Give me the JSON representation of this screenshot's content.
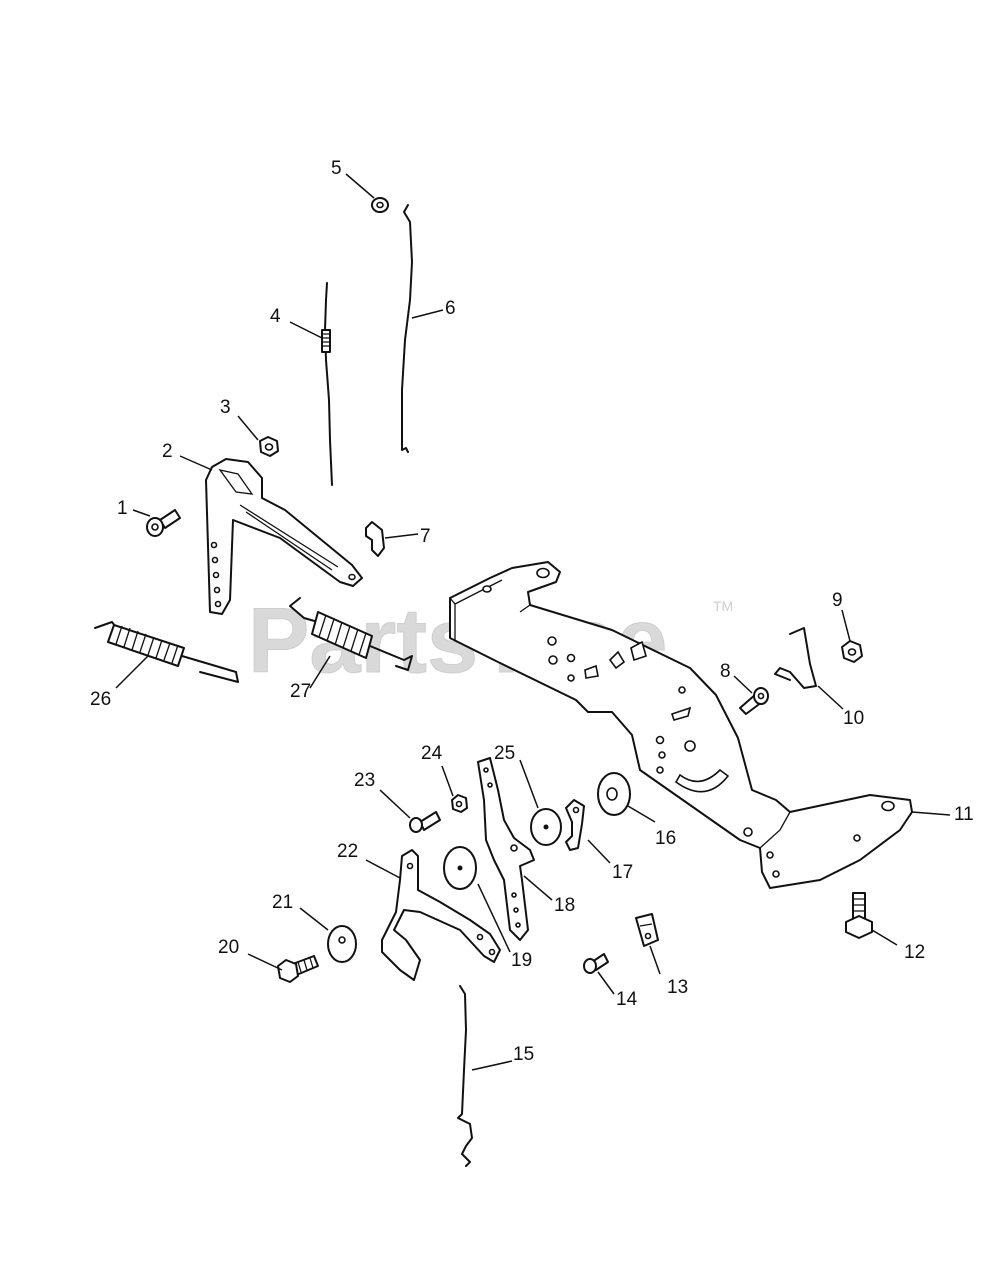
{
  "watermark": {
    "text": "PartsTree",
    "trademark": "TM"
  },
  "callouts": [
    "1",
    "2",
    "3",
    "4",
    "5",
    "6",
    "7",
    "8",
    "9",
    "10",
    "11",
    "12",
    "13",
    "14",
    "15",
    "16",
    "17",
    "18",
    "19",
    "20",
    "21",
    "22",
    "23",
    "24",
    "25",
    "26",
    "27"
  ],
  "colors": {
    "line": "#111111",
    "background": "#ffffff",
    "watermark": "#d9d9d9"
  }
}
